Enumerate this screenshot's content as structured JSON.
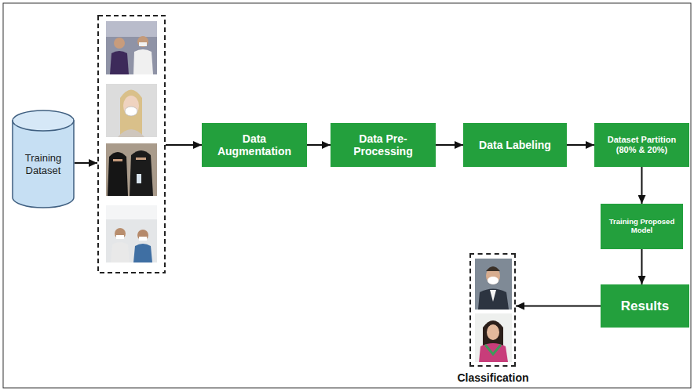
{
  "diagram": {
    "nodes": [
      {
        "text": [
          "Training Dataset"
        ]
      },
      {
        "text": [
          "Data Augmentation"
        ]
      },
      {
        "text": [
          "Data Pre-Processing"
        ]
      },
      {
        "text": [
          "Data Labeling"
        ]
      },
      {
        "text": [
          "Dataset Partition (80% & 20%)"
        ]
      },
      {
        "text": [
          "Training Proposed Model"
        ]
      },
      {
        "text": [
          "Results"
        ]
      },
      {
        "text": [
          "Classification"
        ]
      }
    ],
    "edges": [
      {
        "from": 0,
        "to": 1,
        "arrow": "to"
      },
      {
        "from": 1,
        "to": 2,
        "arrow": "to"
      },
      {
        "from": 2,
        "to": 3,
        "arrow": "to"
      },
      {
        "from": 3,
        "to": 4,
        "arrow": "to"
      },
      {
        "from": 4,
        "to": 5,
        "arrow": "to"
      },
      {
        "from": 5,
        "to": 6,
        "arrow": "to"
      },
      {
        "from": 6,
        "to": 7,
        "arrow": "to"
      }
    ]
  }
}
